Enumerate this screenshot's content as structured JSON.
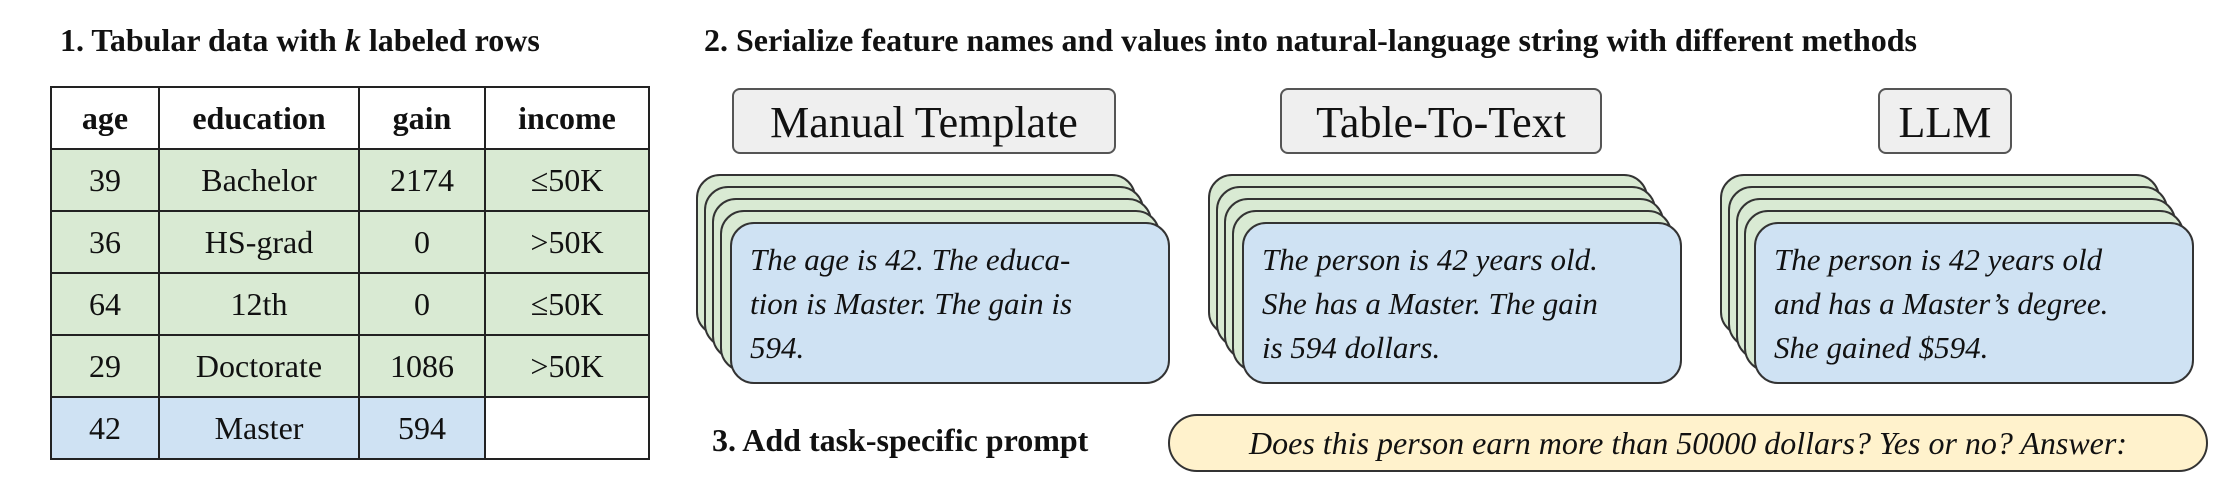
{
  "step1": {
    "number": "1.",
    "text_pre": "Tabular data with ",
    "k": "k",
    "text_post": " labeled rows"
  },
  "step2": {
    "text": "2. Serialize feature names and values into natural-language string with different methods"
  },
  "step3": {
    "text": "3. Add task-specific prompt"
  },
  "table": {
    "headers": [
      "age",
      "education",
      "gain",
      "income"
    ],
    "rows": [
      [
        "39",
        "Bachelor",
        "2174",
        "≤50K"
      ],
      [
        "36",
        "HS-grad",
        "0",
        ">50K"
      ],
      [
        "64",
        "12th",
        "0",
        "≤50K"
      ],
      [
        "29",
        "Doctorate",
        "1086",
        ">50K"
      ],
      [
        "42",
        "Master",
        "594",
        ""
      ]
    ]
  },
  "methods": [
    {
      "label": "Manual Template",
      "lines": [
        "The age is 42. The educa-",
        "tion is Master. The gain is",
        "594."
      ]
    },
    {
      "label": "Table-To-Text",
      "lines": [
        "The person is 42 years old.",
        "She has a Master. The gain",
        "is 594 dollars."
      ]
    },
    {
      "label": "LLM",
      "lines": [
        "The person is 42 years old",
        "and has a Master’s degree.",
        "She gained $594."
      ]
    }
  ],
  "prompt": "Does this person earn more than 50000 dollars? Yes or no? Answer:"
}
